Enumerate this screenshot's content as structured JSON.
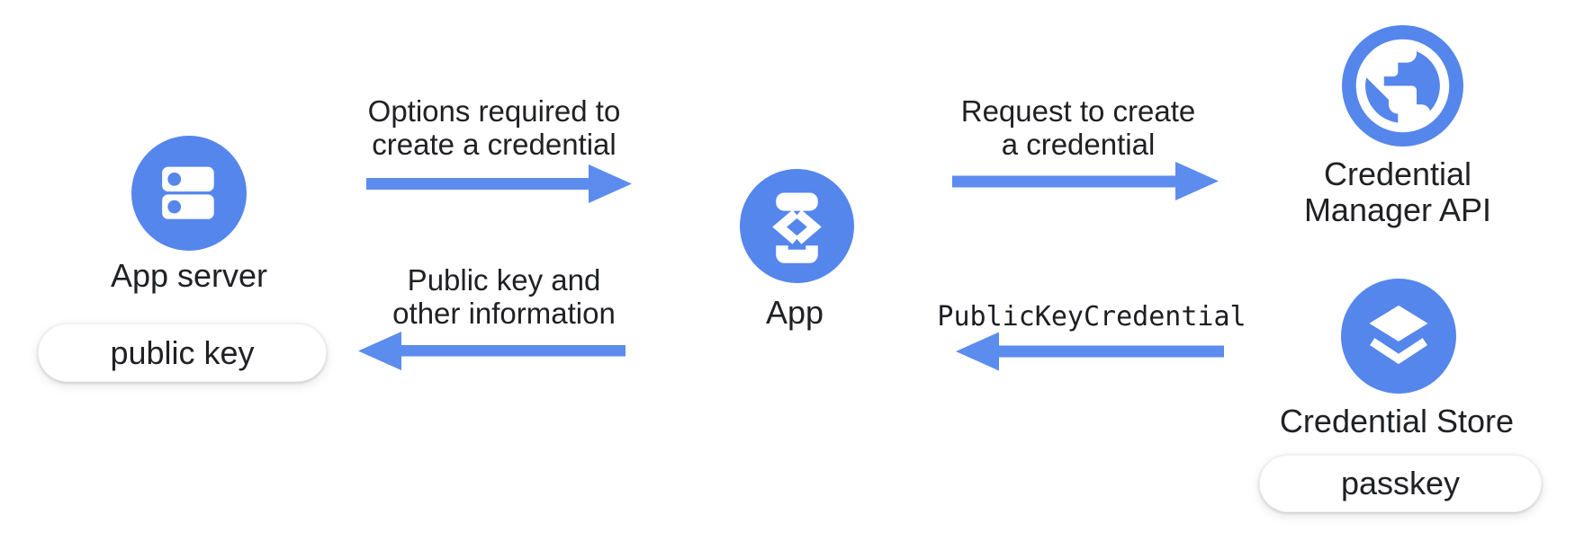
{
  "diagram": {
    "nodes": {
      "app_server": {
        "label": "App server",
        "icon": "server-icon"
      },
      "app": {
        "label": "App",
        "icon": "phone-code-icon"
      },
      "credential_manager_api": {
        "label_line1": "Credential",
        "label_line2": "Manager API",
        "icon": "globe-icon"
      },
      "credential_store": {
        "label": "Credential Store",
        "icon": "layer-stack-icon"
      }
    },
    "badges": {
      "public_key": "public key",
      "passkey": "passkey"
    },
    "arrows": {
      "options_to_create": {
        "line1": "Options required to",
        "line2": "create a credential",
        "direction": "right",
        "from": "App server",
        "to": "App"
      },
      "public_key_info": {
        "line1": "Public key and",
        "line2": "other information",
        "direction": "left",
        "from": "App",
        "to": "App server"
      },
      "request_to_create": {
        "line1": "Request to create",
        "line2": "a credential",
        "direction": "right",
        "from": "App",
        "to": "Credential Manager API"
      },
      "public_key_credential": {
        "code": "PublicKeyCredential",
        "direction": "left",
        "from": "Credential Store",
        "to": "App"
      }
    },
    "colors": {
      "node_blue": "#5586EC",
      "arrow_blue": "#5C8CEE",
      "text": "#202124",
      "badge_bg": "#FFFFFF"
    }
  }
}
